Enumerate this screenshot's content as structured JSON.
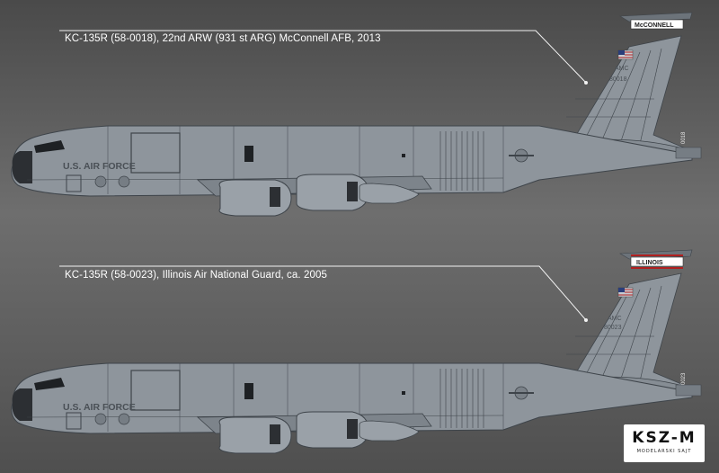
{
  "aircraft": [
    {
      "caption": "KC-135R (58-0018), 22nd ARW (931 st ARG) McConnell AFB, 2013",
      "fuselage_marking": "U.S. AIR FORCE",
      "tail_band": "McCONNELL",
      "tail_command": "AMC",
      "tail_serial": "80018",
      "rudder_code": "0018"
    },
    {
      "caption": "KC-135R (58-0023), Illinois Air National Guard, ca. 2005",
      "fuselage_marking": "U.S. AIR FORCE",
      "tail_band": "ILLINOIS",
      "tail_command": "AMC",
      "tail_serial": "80023",
      "rudder_code": "0023"
    }
  ],
  "logo": {
    "main": "KSZ-M",
    "sub": "MODELARSKI SAJT"
  },
  "colors": {
    "aircraft_grey": "#8e959c",
    "panel_line": "#3e444a",
    "background": "#5e5e5e"
  }
}
